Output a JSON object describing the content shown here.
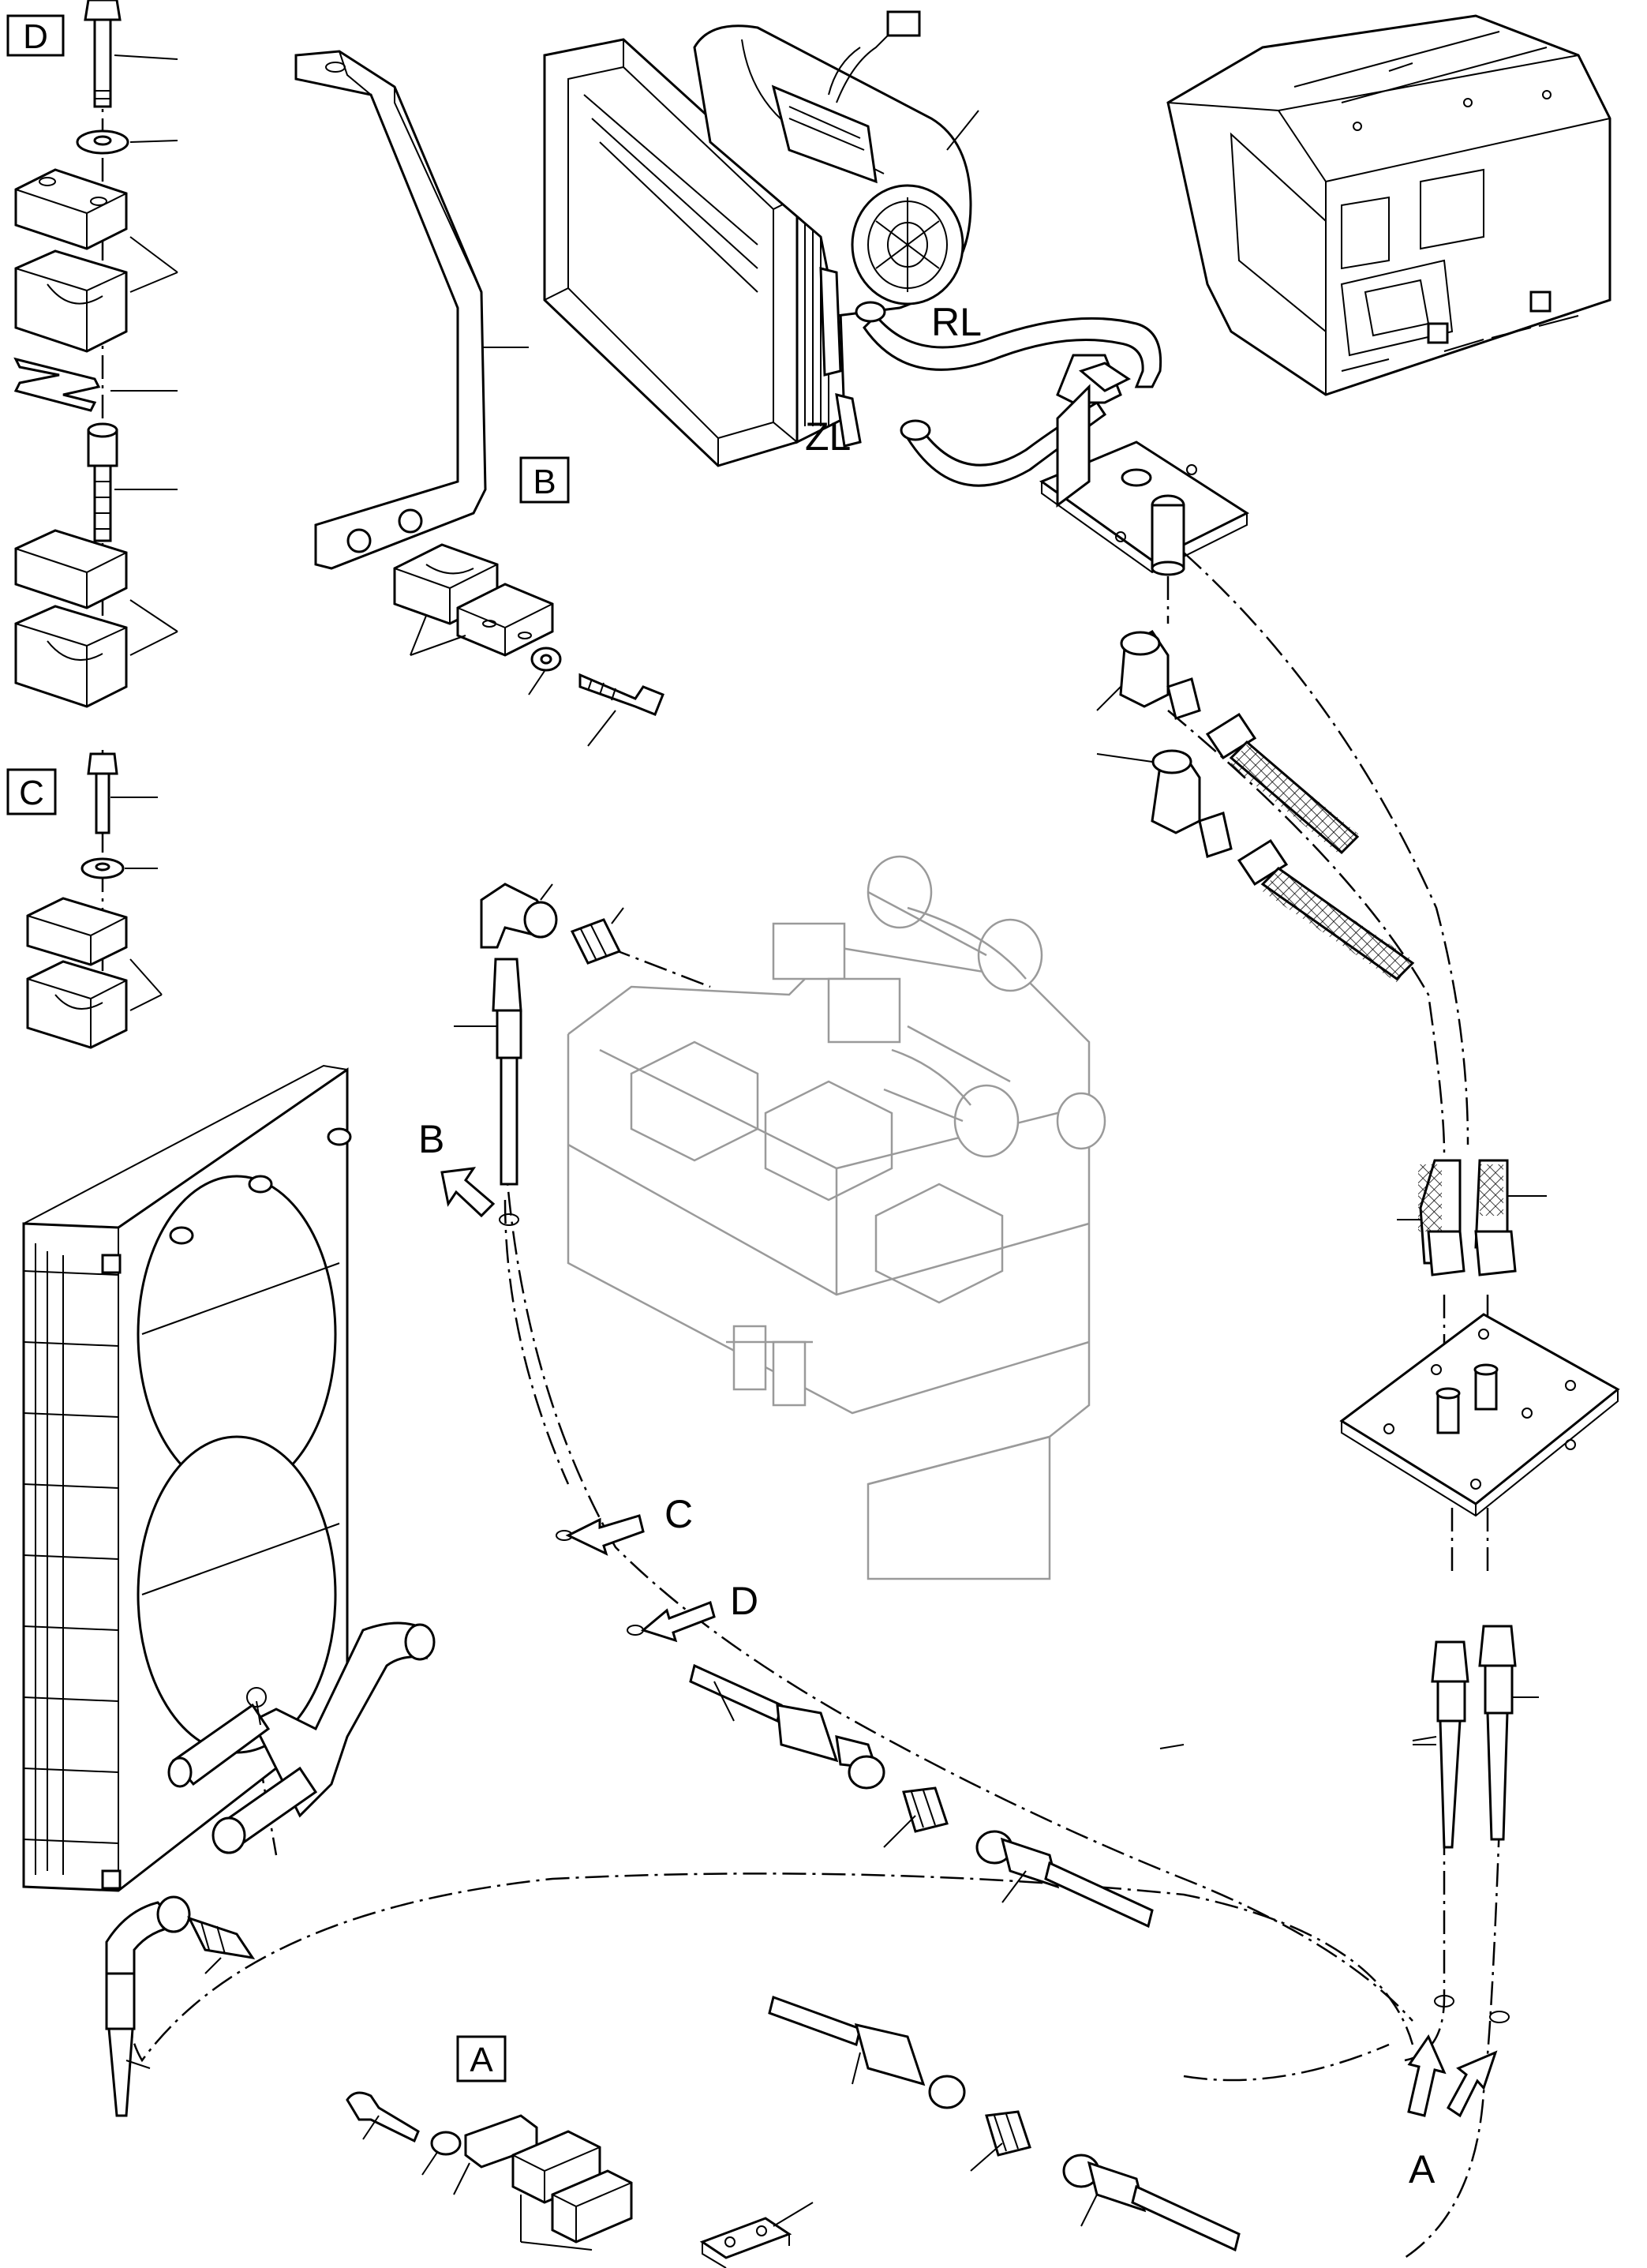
{
  "diagram": {
    "detail_labels": {
      "d_box": "D",
      "c_box": "C",
      "b_box": "B",
      "a_box": "A"
    },
    "hose_labels": {
      "return_line": "RL",
      "supply_line": "ZL"
    },
    "arrow_labels": {
      "b": "B",
      "c": "C",
      "d": "D",
      "a": "A"
    }
  }
}
